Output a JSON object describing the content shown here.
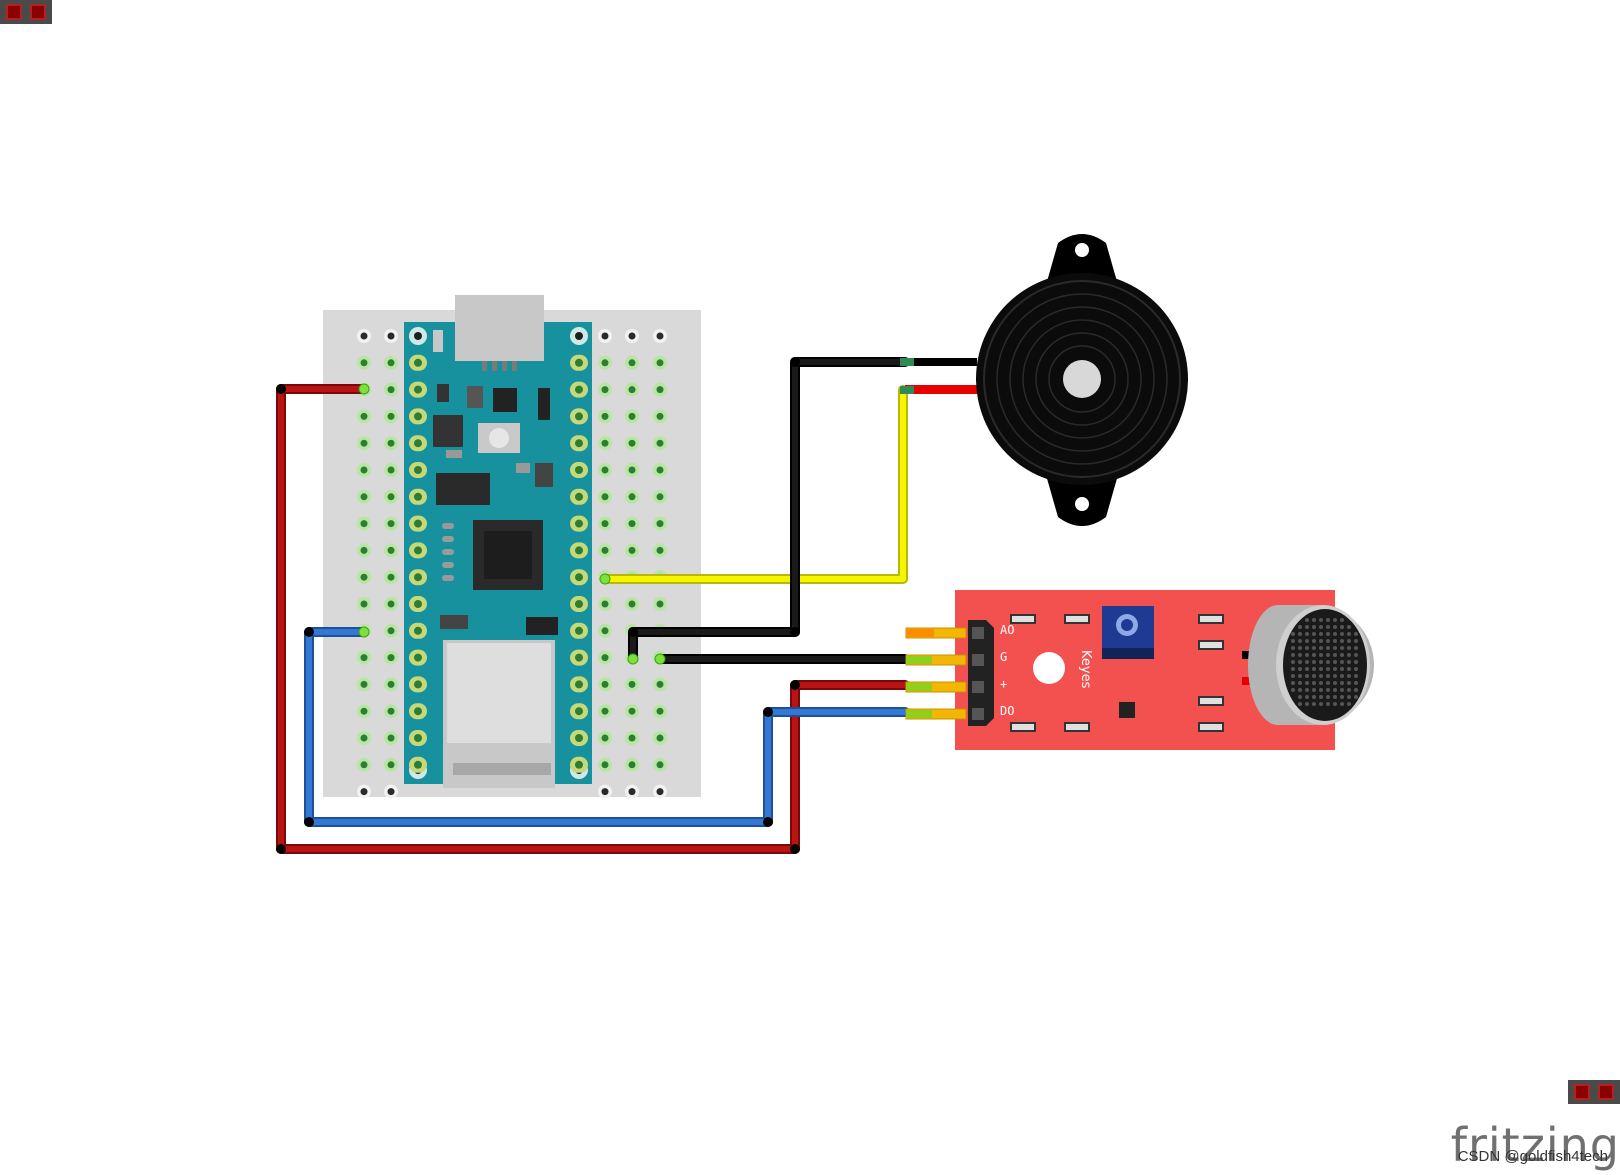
{
  "sensor_module": {
    "pin_labels": [
      "AO",
      "G",
      "+",
      "DO"
    ],
    "brand_label": "Keyes"
  },
  "branding": {
    "app_logo": "fritzing",
    "watermark": "CSDN @goldfish4tech"
  },
  "colors": {
    "breadboard": "#d9d9d9",
    "board": "#17919e",
    "wire_red": "#b10d0d",
    "wire_blue": "#2f6fc6",
    "wire_black": "#111111",
    "wire_yellow": "#f2f200",
    "sensor_board": "#f25150",
    "buzzer": "#0d0d0d"
  },
  "icons": [
    "corner-connector-icon",
    "buzzer-icon",
    "microphone-icon",
    "potentiometer-icon"
  ]
}
